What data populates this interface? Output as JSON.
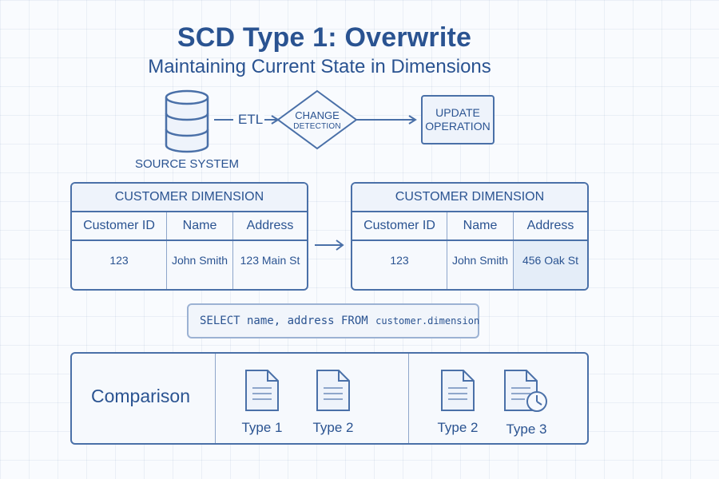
{
  "header": {
    "title": "SCD Type 1: Overwrite",
    "subtitle": "Maintaining Current State in Dimensions"
  },
  "flow": {
    "source_label": "SOURCE SYSTEM",
    "etl_label": "ETL",
    "change_line1": "CHANGE",
    "change_line2": "DETECTION",
    "update_line1": "UPDATE",
    "update_line2": "OPERATION"
  },
  "tables": [
    {
      "title": "CUSTOMER DIMENSION",
      "columns": [
        "Customer ID",
        "Name",
        "Address"
      ],
      "row": [
        "123",
        "John Smith",
        "123 Main St"
      ]
    },
    {
      "title": "CUSTOMER DIMENSION",
      "columns": [
        "Customer ID",
        "Name",
        "Address"
      ],
      "row": [
        "123",
        "John Smith",
        "456 Oak St"
      ]
    }
  ],
  "sql": {
    "part1": "SELECT name, address FROM",
    "part2": "customer.dimension"
  },
  "comparison": {
    "label": "Comparison",
    "items": [
      "Type 1",
      "Type 2",
      "Type 2",
      "Type 3"
    ]
  },
  "colors": {
    "primary": "#2a5391",
    "stroke": "#4a70a8",
    "highlight": "#e4edf8",
    "background": "#f9fbfe"
  },
  "icons": {
    "source": "database-icon",
    "documents": [
      "document-icon",
      "document-icon",
      "document-icon",
      "document-clock-icon"
    ],
    "arrow": "arrow-right-icon"
  }
}
